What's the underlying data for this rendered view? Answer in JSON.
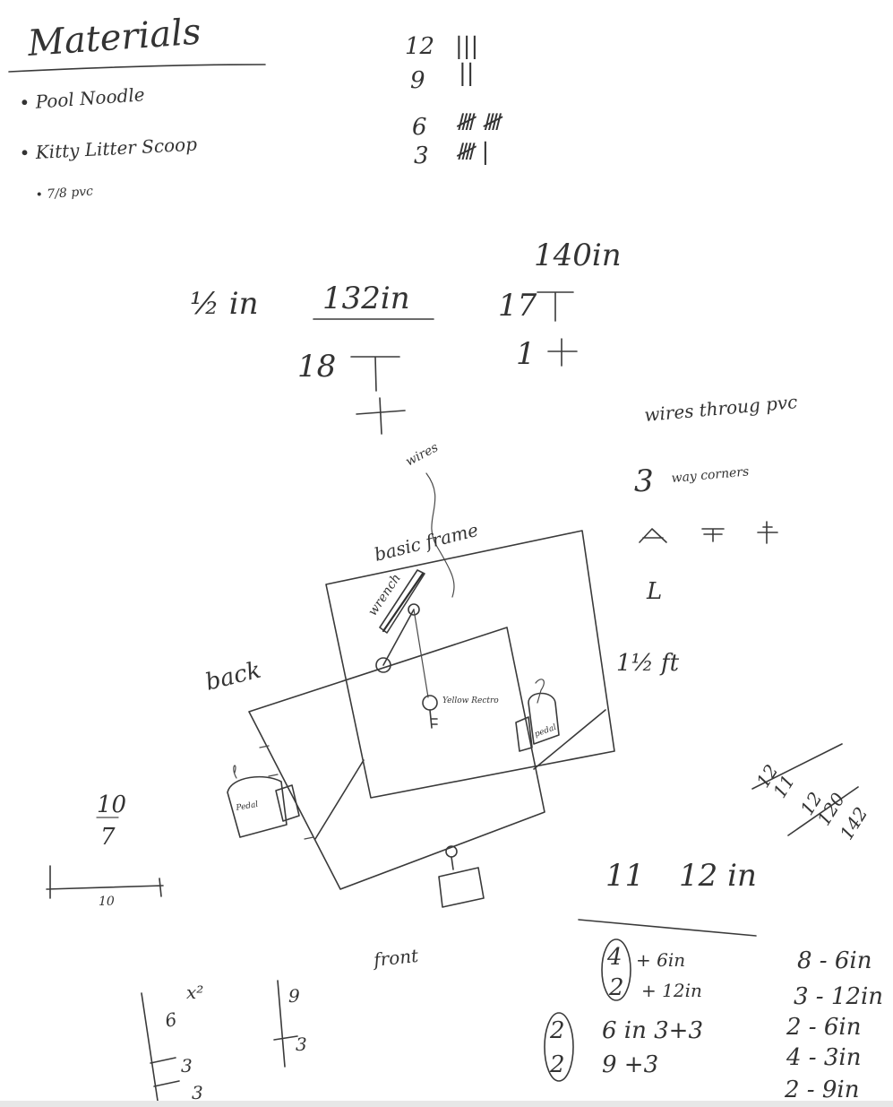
{
  "materials": {
    "title": "Materials",
    "items": [
      "• Pool Noodle",
      "• Kitty Litter Scoop",
      "• 7/8 pvc"
    ]
  },
  "tally": {
    "rows": [
      {
        "label": "12",
        "marks": "|||"
      },
      {
        "label": "9",
        "marks": "||"
      },
      {
        "label": "6",
        "marks": "𝍸 𝍸"
      },
      {
        "label": "3",
        "marks": "𝍸 |"
      }
    ]
  },
  "measurements": {
    "half_in": "½ in",
    "len_132": "132in",
    "count_18": "18",
    "len_140": "140in",
    "count_17": "17",
    "count_1": "1"
  },
  "notes": {
    "wires_through": "wires throug pvc",
    "three_way_count": "3",
    "three_way_label": "way corners",
    "corner_L": "L"
  },
  "diagram": {
    "wires_label": "wires",
    "basic_frame": "basic frame",
    "wrench_label": "wrench",
    "back_label": "back",
    "front_label": "front",
    "height_label": "1½ ft",
    "key_label": "Yellow Rectro",
    "pedal_right": "pedal",
    "pedal_left": "Pedal"
  },
  "fraction": {
    "numerator": "10",
    "denominator": "7"
  },
  "ruler": {
    "label": "10"
  },
  "sum_column": [
    "12",
    "11",
    "12",
    "120",
    "142"
  ],
  "bottom_row": {
    "left": "11",
    "right": "12 in"
  },
  "pieces": {
    "circled_top": [
      "4",
      "2"
    ],
    "rows_top": [
      "+ 6in",
      "+ 12in"
    ],
    "circled_bottom": [
      "2",
      "2"
    ],
    "rows_bottom": [
      "6 in 3+3",
      "9 +3"
    ]
  },
  "cut_list": [
    "8 - 6in",
    "3 - 12in",
    "2 - 6in",
    "4 - 3in",
    "2 - 9in"
  ],
  "corner_math": {
    "six_x": "6",
    "squared": "x²",
    "threes": [
      "3",
      "3"
    ],
    "nine": "9",
    "three": "3"
  }
}
